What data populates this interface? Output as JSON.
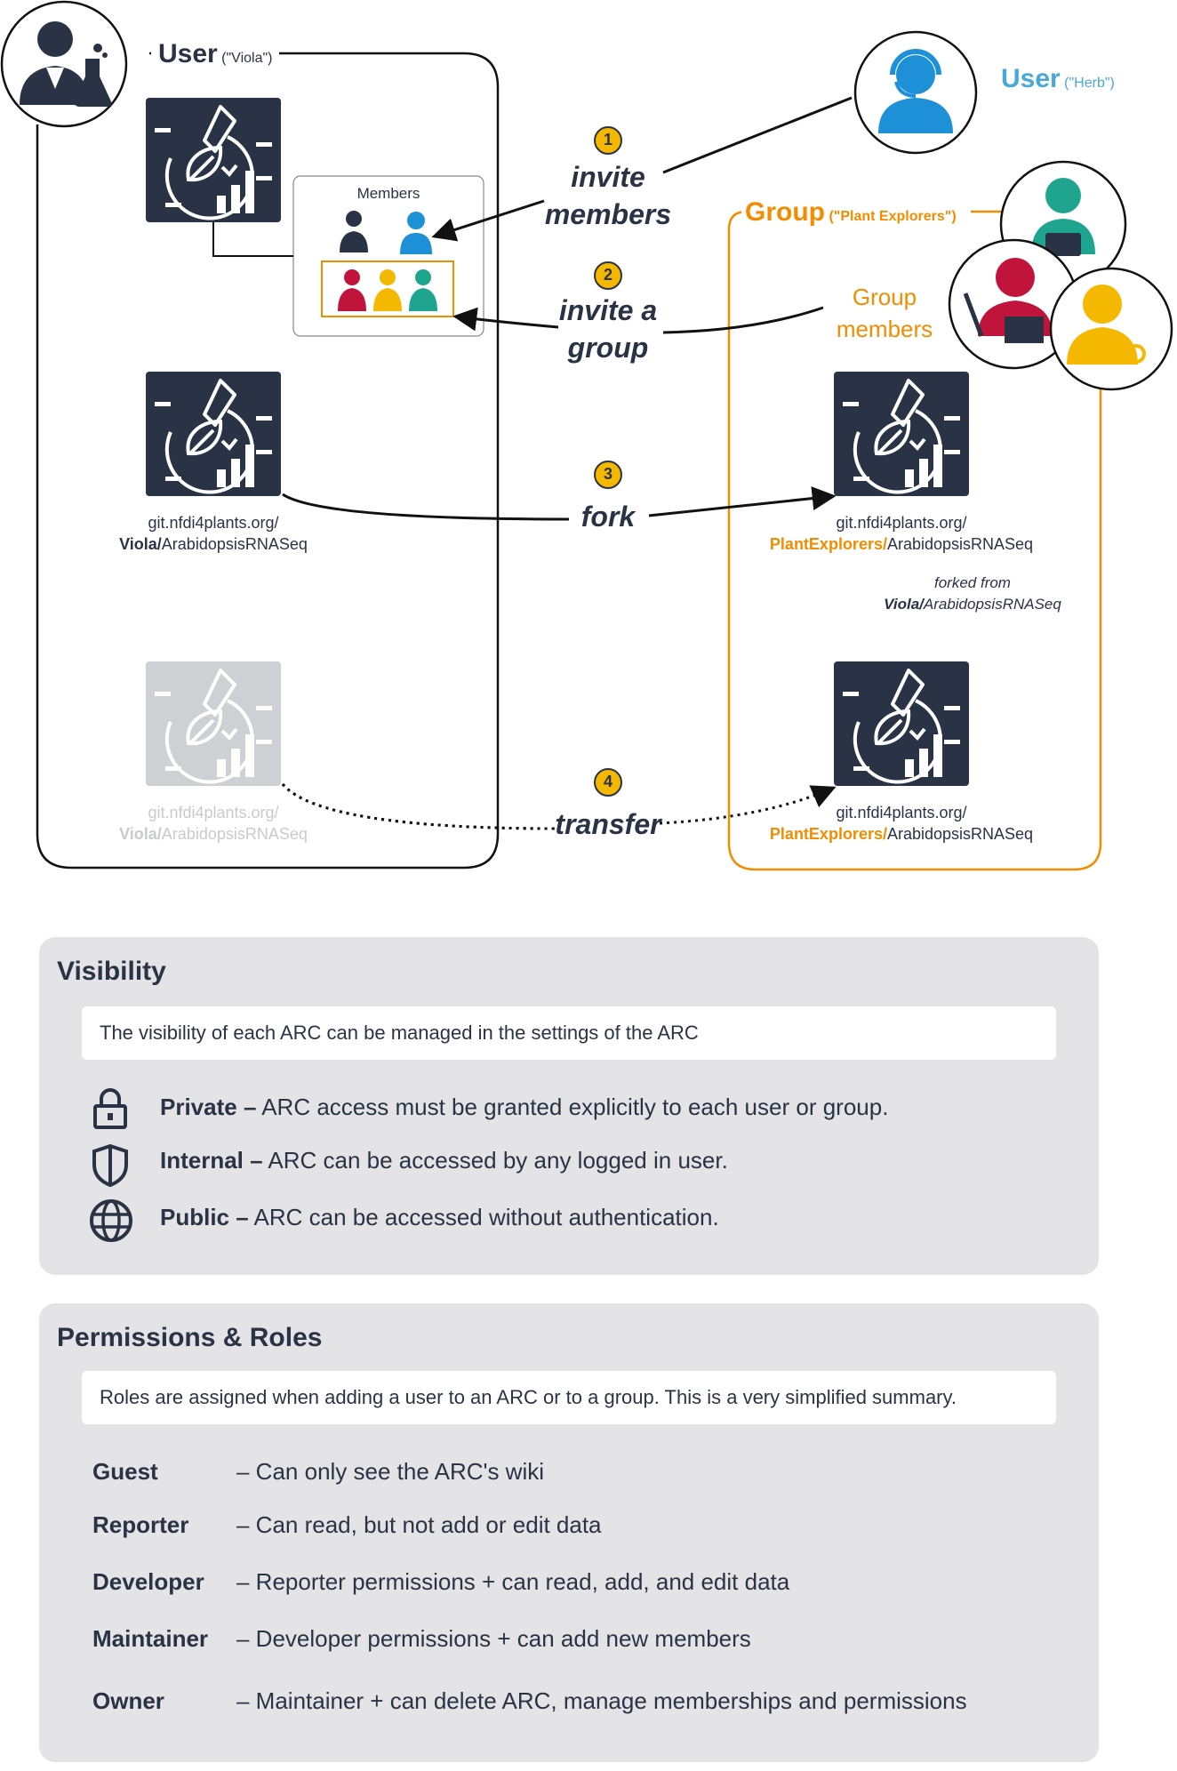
{
  "diagram": {
    "user_viola": {
      "title": "User",
      "sub": "(\"Viola\")"
    },
    "user_herb": {
      "title": "User",
      "sub": "(\"Herb\")"
    },
    "group": {
      "title": "Group",
      "sub": "(\"Plant Explorers\")",
      "members_line1": "Group",
      "members_line2": "members"
    },
    "members_box": {
      "title": "Members"
    },
    "steps": [
      {
        "num": "1",
        "line1": "invite",
        "line2": "members"
      },
      {
        "num": "2",
        "line1": "invite a",
        "line2": "group"
      },
      {
        "num": "3",
        "line1": "fork",
        "line2": ""
      },
      {
        "num": "4",
        "line1": "transfer",
        "line2": ""
      }
    ],
    "paths": {
      "viola_fork": {
        "host": "git.nfdi4plants.org/",
        "owner": "Viola/",
        "repo": "ArabidopsisRNASeq"
      },
      "group_fork": {
        "host": "git.nfdi4plants.org/",
        "owner": "PlantExplorers/",
        "repo": "ArabidopsisRNASeq"
      },
      "forked_from": {
        "line1": "forked from",
        "owner": "Viola/",
        "repo": "ArabidopsisRNASeq"
      },
      "viola_transfer": {
        "host": "git.nfdi4plants.org/",
        "owner": "Viola/",
        "repo": "ArabidopsisRNASeq"
      },
      "group_transfer": {
        "host": "git.nfdi4plants.org/",
        "owner": "PlantExplorers/",
        "repo": "ArabidopsisRNASeq"
      }
    },
    "colors": {
      "dark": "#2a3345",
      "orange": "#f28c00",
      "herb_blue": "#4aa8d8",
      "yellow": "#f5b800",
      "red": "#c0143c",
      "teal": "#1fa58f"
    }
  },
  "visibility": {
    "title": "Visibility",
    "note": "The visibility of each ARC can be managed in the settings of the ARC",
    "items": [
      {
        "icon": "lock-icon",
        "term": "Private –",
        "desc": " ARC access must be granted explicitly to each user or group."
      },
      {
        "icon": "shield-icon",
        "term": "Internal –",
        "desc": " ARC can be accessed by any logged in user."
      },
      {
        "icon": "globe-icon",
        "term": "Public –",
        "desc": " ARC can be accessed without authentication."
      }
    ]
  },
  "permissions": {
    "title": "Permissions & Roles",
    "note": "Roles are assigned when adding a user to an ARC or to a group. This is a very simplified summary.",
    "roles": [
      {
        "name": "Guest",
        "desc": "– Can only see the ARC's wiki"
      },
      {
        "name": "Reporter",
        "desc": "– Can read, but not add or edit data"
      },
      {
        "name": "Developer",
        "desc": "– Reporter permissions + can read, add, and edit data"
      },
      {
        "name": "Maintainer",
        "desc": "– Developer permissions + can add new members"
      },
      {
        "name": "Owner",
        "desc": "– Maintainer + can delete ARC, manage memberships and permissions"
      }
    ]
  }
}
